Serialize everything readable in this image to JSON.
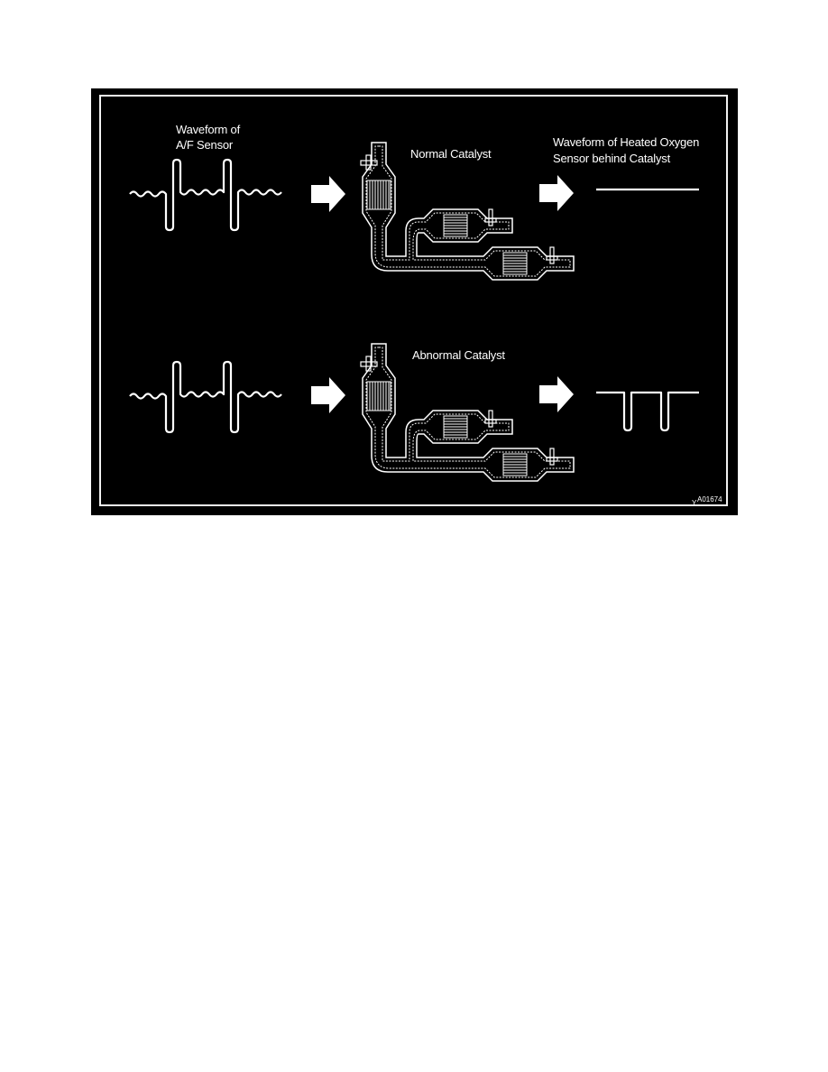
{
  "figure": {
    "id_code": "A01674",
    "id_prefix": "Y",
    "colors": {
      "background": "#000000",
      "foreground": "#ffffff",
      "page": "#ffffff"
    }
  },
  "labels": {
    "input_waveform_line1": "Waveform of",
    "input_waveform_line2": "A/F Sensor",
    "output_waveform_line1": "Waveform of Heated Oxygen",
    "output_waveform_line2": "Sensor behind Catalyst",
    "normal_catalyst": "Normal Catalyst",
    "abnormal_catalyst": "Abnormal Catalyst"
  },
  "rows": [
    {
      "name": "normal",
      "input": "A/F sensor waveform (oscillating with two large spikes)",
      "catalyst": "Normal Catalyst",
      "output": "flat line"
    },
    {
      "name": "abnormal",
      "input": "A/F sensor waveform (oscillating with two large spikes)",
      "catalyst": "Abnormal Catalyst",
      "output": "flat line with two downward dips"
    }
  ]
}
